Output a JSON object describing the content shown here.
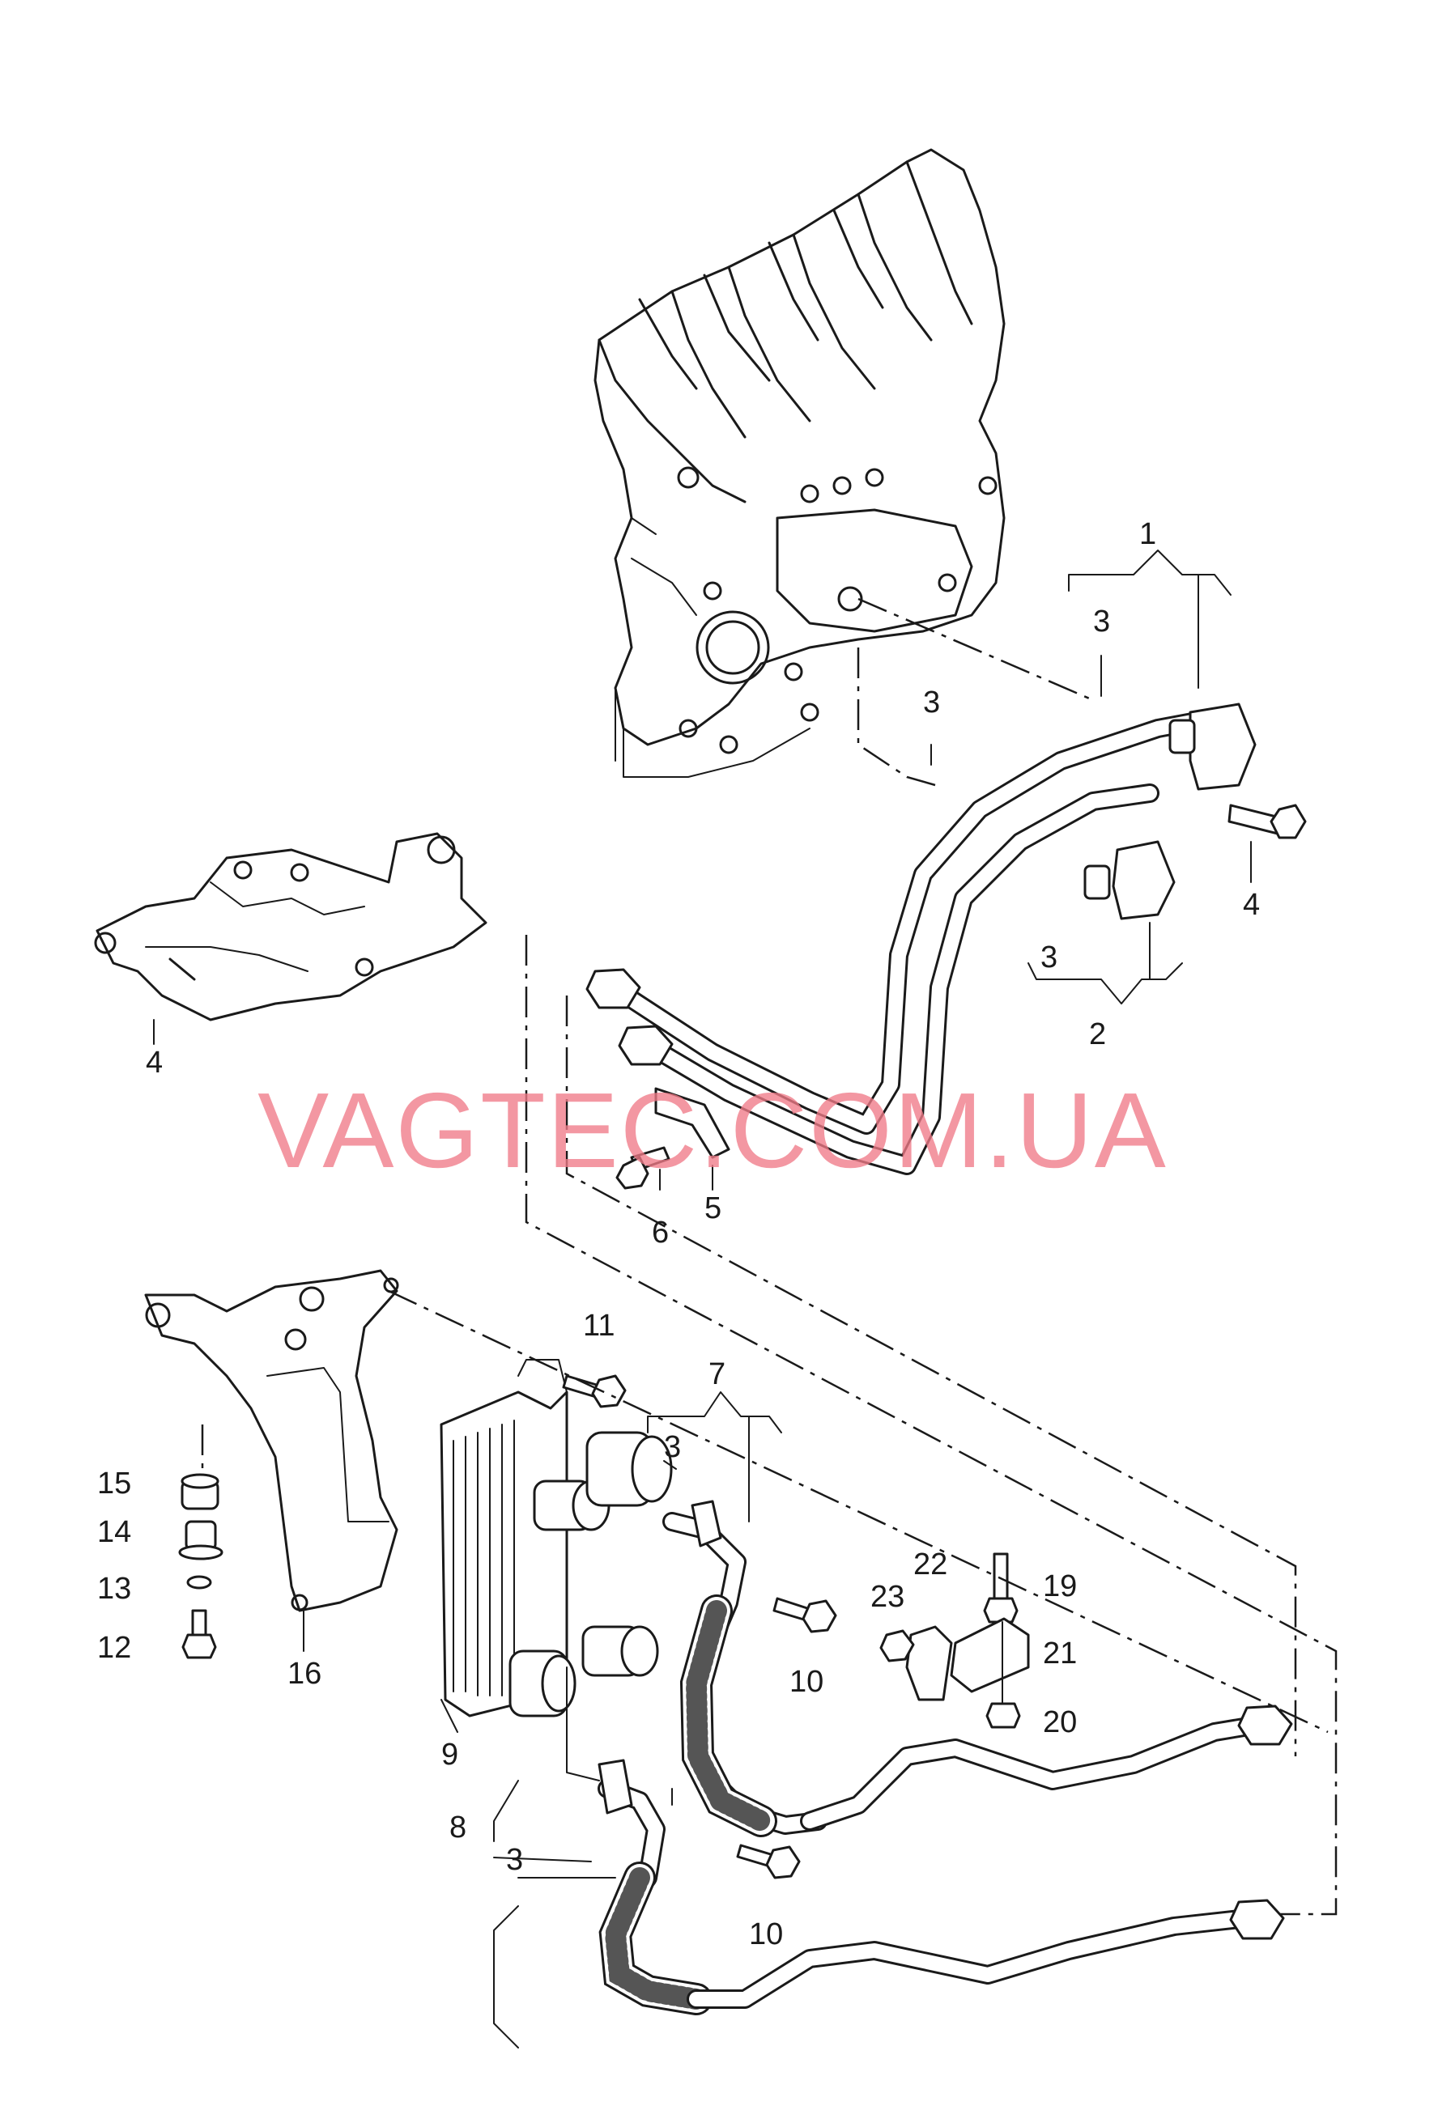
{
  "watermark": "VAGTEC.COM.UA",
  "callouts": [
    "1",
    "2",
    "3",
    "3",
    "3",
    "3",
    "3",
    "4",
    "4",
    "4",
    "5",
    "6",
    "7",
    "8",
    "9",
    "10",
    "10",
    "11",
    "12",
    "13",
    "14",
    "15",
    "16",
    "19",
    "20",
    "21",
    "22",
    "23"
  ],
  "colors": {
    "line": "#1a1a1a",
    "watermark": "#f07b88",
    "background": "#ffffff"
  }
}
